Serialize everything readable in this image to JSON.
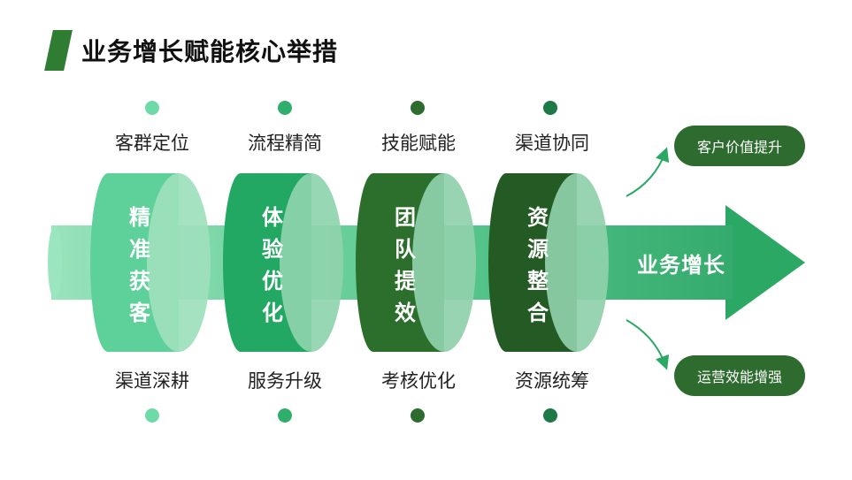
{
  "title": "业务增长赋能核心举措",
  "arrow_label": "业务增长",
  "stages": [
    {
      "cylinder_text": "精准获客",
      "top_label": "客群定位",
      "bottom_label": "渠道深耕",
      "color": "#5ed19a",
      "face": "#9de0bd",
      "dot": "#6fdaa8"
    },
    {
      "cylinder_text": "体验优化",
      "top_label": "流程精简",
      "bottom_label": "服务升级",
      "color": "#22a862",
      "face": "#8fd4ae",
      "dot": "#2fae6c"
    },
    {
      "cylinder_text": "团队提效",
      "top_label": "技能赋能",
      "bottom_label": "考核优化",
      "color": "#2c6e2c",
      "face": "#8fd0aa",
      "dot": "#2e6b2e"
    },
    {
      "cylinder_text": "资源整合",
      "top_label": "渠道协同",
      "bottom_label": "资源统筹",
      "color": "#245a24",
      "face": "#8fd0aa",
      "dot": "#1d7a46"
    }
  ],
  "outcomes": [
    {
      "label": "客户价值提升",
      "color": "#2e6b2e"
    },
    {
      "label": "运营效能增强",
      "color": "#2e6b2e"
    }
  ],
  "colors": {
    "arrow": "#2aa864",
    "shaft_light": "#7fdcaa",
    "title_accent": "#2e7d32"
  }
}
